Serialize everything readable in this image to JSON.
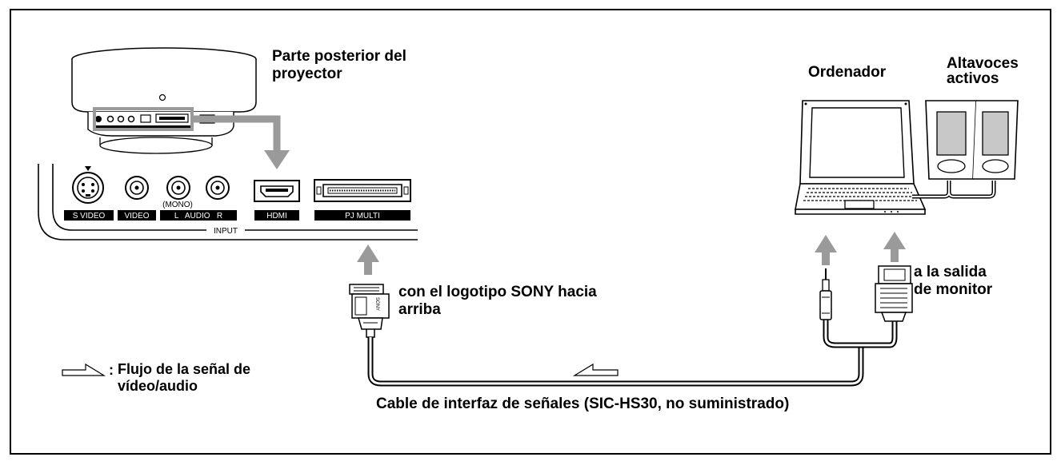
{
  "labels": {
    "projector_back": [
      "Parte posterior del",
      "proyector"
    ],
    "computer": "Ordenador",
    "speakers": [
      "Altavoces",
      "activos"
    ],
    "sony_note": [
      "con el logotipo SONY hacia",
      "arriba"
    ],
    "monitor_out": [
      "a la salida",
      "de monitor"
    ],
    "legend_colon": ":",
    "legend": [
      "Flujo de la señal de",
      "vídeo/audio"
    ],
    "cable": "Cable de interfaz de señales (SIC-HS30, no suministrado)"
  },
  "panel": {
    "s_video": "S VIDEO",
    "video": "VIDEO",
    "mono": "(MONO)",
    "audio": "L   AUDIO   R",
    "hdmi": "HDMI",
    "pj_multi": "PJ MULTI",
    "input": "INPUT"
  },
  "connector_brand": "SONY"
}
